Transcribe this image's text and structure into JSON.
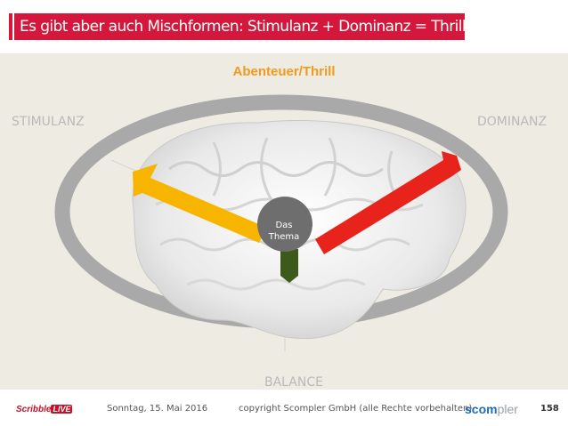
{
  "slide": {
    "title": "Es gibt aber auch Mischformen: Stimulanz + Dominanz = Thrill",
    "theme": "Abenteuer/Thrill",
    "left_label": "STIMULANZ",
    "right_label": "DOMINANZ",
    "bottom_label": "BALANCE",
    "center_line1": "Das",
    "center_line2": "Thema"
  },
  "footer": {
    "date": "Sonntag, 15. Mai 2016",
    "copyright": "copyright Scompler GmbH (alle Rechte vorbehalten)",
    "page": "158",
    "logo_left": "Scribble",
    "logo_left_badge": "LIVE",
    "logo_right_a": "scom",
    "logo_right_b": "pler"
  },
  "colors": {
    "title_bg": "#d4173a",
    "theme": "#f39a1d",
    "arrow_left": "#f7b500",
    "arrow_right": "#e8231b",
    "arrow_down": "#3d5a1b",
    "center_circle": "#6e6e6e"
  }
}
